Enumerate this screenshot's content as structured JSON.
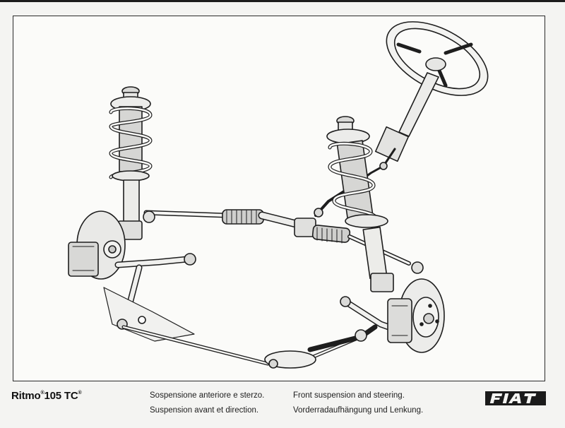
{
  "document": {
    "model_name": "Ritmo",
    "model_variant": "105 TC",
    "captions": {
      "italian": "Sospensione anteriore e sterzo.",
      "french": "Suspension avant et direction.",
      "english": "Front suspension and steering.",
      "german": "Vorderradaufhängung und Lenkung."
    },
    "brand_logo": "FIAT"
  },
  "illustration": {
    "subject": "front-suspension-and-steering-cutaway",
    "style": "technical-line-drawing"
  }
}
